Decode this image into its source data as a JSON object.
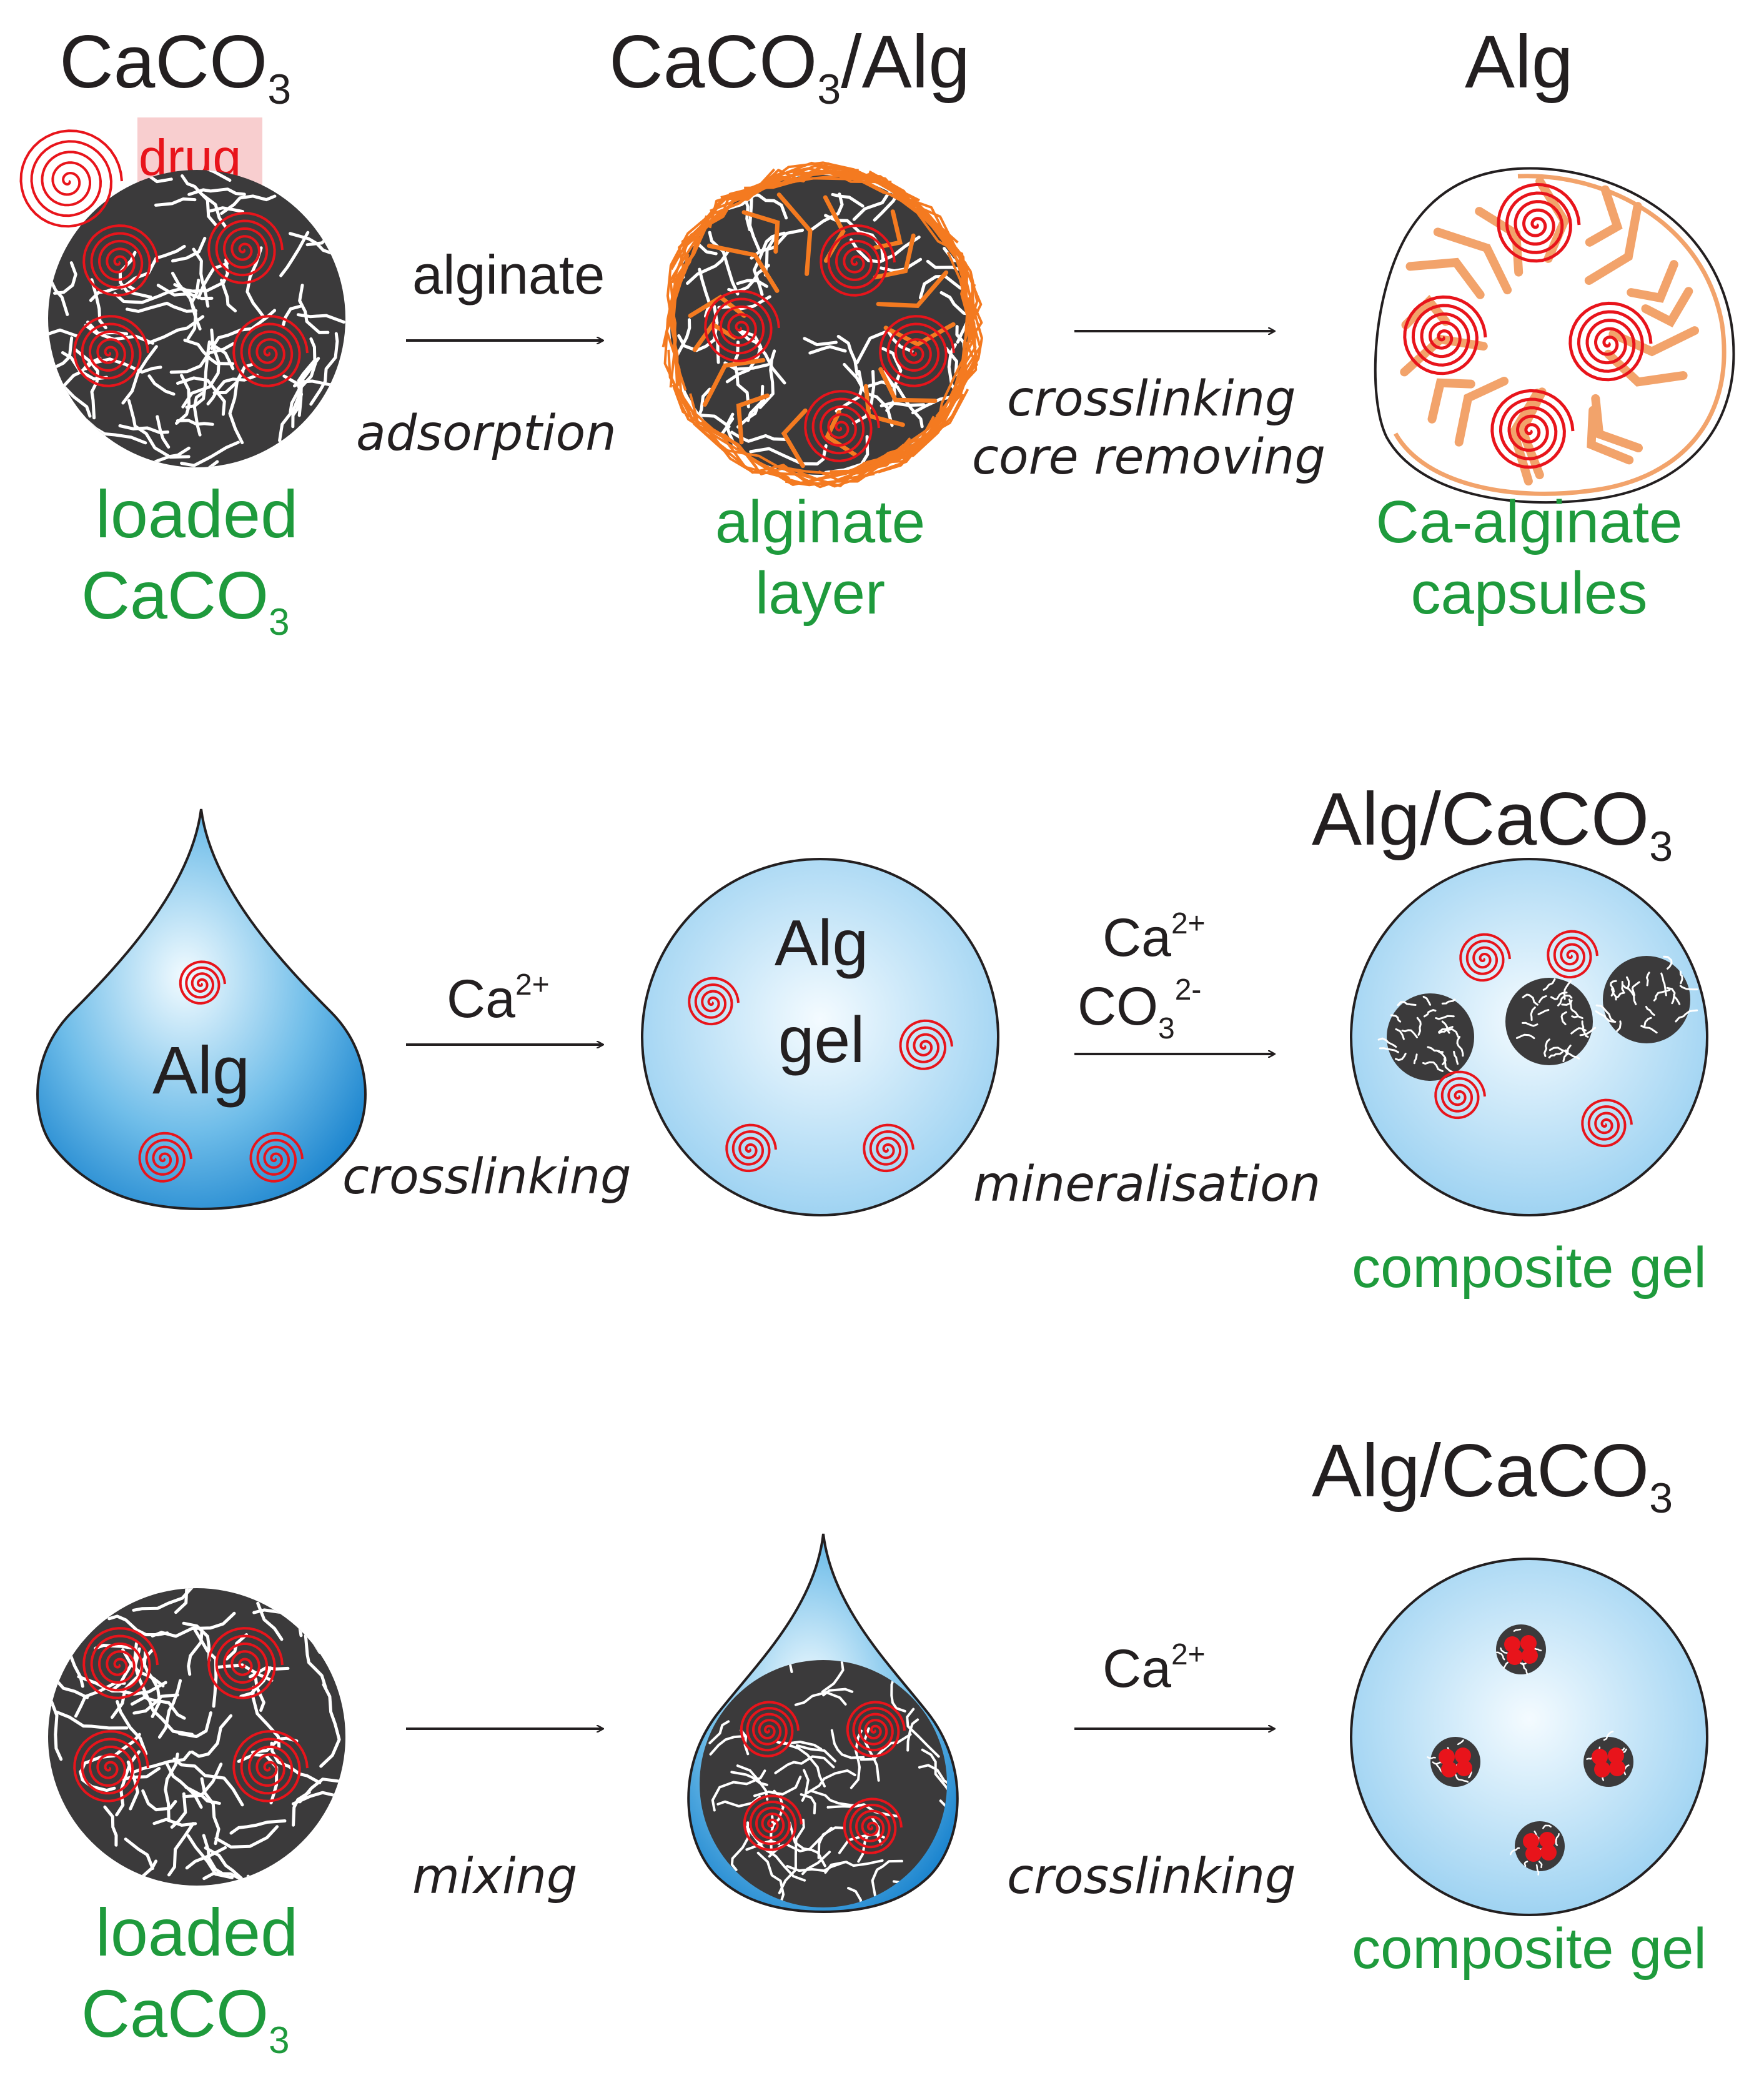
{
  "rows": [
    {
      "titles": {
        "left": "CaCO",
        "left_sub": "3",
        "mid": "CaCO",
        "mid_sub": "3",
        "mid_tail": "/Alg",
        "right": "Alg"
      },
      "drug_label": "drug",
      "arrow1": {
        "above": "alginate",
        "below": "adsorption"
      },
      "arrow2": {
        "below1": "crosslinking",
        "below2": "core removing"
      },
      "labels": {
        "left1": "loaded",
        "left2": "CaCO",
        "left2_sub": "3",
        "mid1": "alginate",
        "mid2": "layer",
        "right1": "Ca-alginate",
        "right2": "capsules"
      }
    },
    {
      "title_right": "Alg/CaCO",
      "title_right_sub": "3",
      "drop_label": "Alg",
      "arrow1": {
        "above": "Ca",
        "above_sup": "2+",
        "below": "crosslinking"
      },
      "gel_label1": "Alg",
      "gel_label2": "gel",
      "arrow2": {
        "above1": "Ca",
        "above1_sup": "2+",
        "above2": "CO",
        "above2_sub": "3",
        "above2_sup": "2-",
        "below": "mineralisation"
      },
      "label_right": "composite gel"
    },
    {
      "title_right": "Alg/CaCO",
      "title_right_sub": "3",
      "arrow1": {
        "below": "mixing"
      },
      "arrow2": {
        "above": "Ca",
        "above_sup": "2+",
        "below": "crosslinking"
      },
      "labels": {
        "left1": "loaded",
        "left2": "CaCO",
        "left2_sub": "3",
        "right": "composite gel"
      }
    }
  ],
  "colors": {
    "caco3": "#3b3a3b",
    "drug": "#e8141b",
    "alginate_layer": "#f47a20",
    "capsule_fiber": "#f2a36b",
    "gel_light": "#e8f5fd",
    "gel_dark": "#2c8fd6",
    "label_green": "#1e9a3c"
  }
}
